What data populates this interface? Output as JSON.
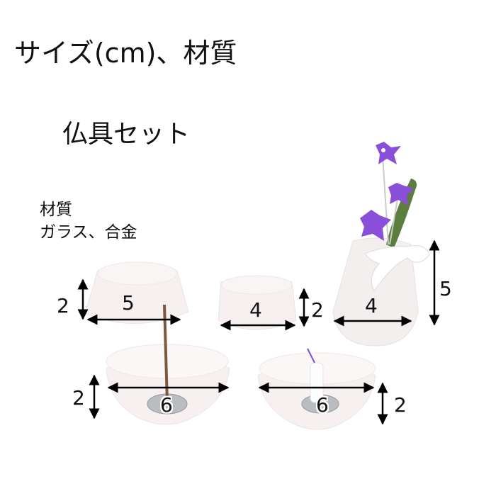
{
  "header": {
    "title": "サイズ(cm)、材質",
    "subtitle": "仏具セット"
  },
  "material": {
    "label": "材質",
    "value": "ガラス、合金"
  },
  "items": [
    {
      "name": "incense-burner-top",
      "width": "5",
      "height": "2"
    },
    {
      "name": "small-cup",
      "width": "4",
      "height": "2"
    },
    {
      "name": "flower-vase",
      "width": "4",
      "height": "5"
    },
    {
      "name": "incense-holder-bowl",
      "width": "6",
      "height": "2"
    },
    {
      "name": "candle-holder-bowl",
      "width": "6",
      "height": "2"
    }
  ],
  "colors": {
    "glass": "#f4efee",
    "glass_edge": "#e6dedd",
    "metal": "#b9bcc0",
    "incense_stick": "#7a5a3c",
    "flower": "#8a4fd8",
    "leaf": "#5b7d3e",
    "arrow": "#000000"
  }
}
